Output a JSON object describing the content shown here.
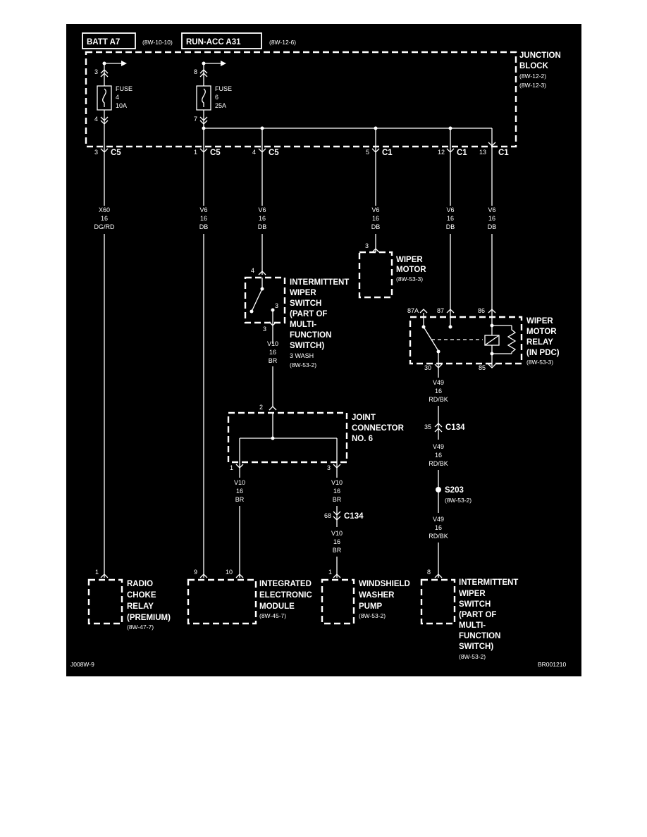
{
  "header": {
    "batt_label": "BATT A7",
    "batt_ref": "(8W-10-10)",
    "run_label": "RUN-ACC A31",
    "run_ref": "(8W-12-6)"
  },
  "junction_block": {
    "name_line1": "JUNCTION",
    "name_line2": "BLOCK",
    "ref1": "(8W-12-2)",
    "ref2": "(8W-12-3)",
    "fuse4": {
      "label": "FUSE",
      "number": "4",
      "rating": "10A",
      "pin_in": "3",
      "pin_out": "4"
    },
    "fuse6": {
      "label": "FUSE",
      "number": "6",
      "rating": "25A",
      "pin_in": "8",
      "pin_out": "7"
    }
  },
  "connectors": [
    {
      "pin": "3",
      "name": "C5"
    },
    {
      "pin": "1",
      "name": "C5"
    },
    {
      "pin": "4",
      "name": "C5"
    },
    {
      "pin": "5",
      "name": "C1"
    },
    {
      "pin": "12",
      "name": "C1"
    },
    {
      "pin": "13",
      "name": "C1"
    }
  ],
  "wires": {
    "x60": [
      "X60",
      "16",
      "DG/RD"
    ],
    "v6_a": [
      "V6",
      "16",
      "DB"
    ],
    "v6_b": [
      "V6",
      "16",
      "DB"
    ],
    "v6_c": [
      "V6",
      "16",
      "DB"
    ],
    "v6_d": [
      "V6",
      "16",
      "DB"
    ],
    "v6_e": [
      "V6",
      "16",
      "DB"
    ],
    "v10_sw": [
      "V10",
      "16",
      "BR"
    ],
    "v10_left": [
      "V10",
      "16",
      "BR"
    ],
    "v10_right": [
      "V10",
      "16",
      "BR"
    ],
    "v10_pump": [
      "V10",
      "16",
      "BR"
    ],
    "v49_a": [
      "V49",
      "16",
      "RD/BK"
    ],
    "v49_b": [
      "V49",
      "16",
      "RD/BK"
    ],
    "v49_c": [
      "V49",
      "16",
      "RD/BK"
    ]
  },
  "wiper_motor": {
    "pin": "3",
    "line1": "WIPER",
    "line2": "MOTOR",
    "ref": "(8W-53-3)"
  },
  "int_switch": {
    "pin_top": "4",
    "pin_bottom": "3",
    "contact": "3",
    "line1": "INTERMITTENT",
    "line2": "WIPER",
    "line3": "SWITCH",
    "line4": "(PART OF",
    "line5": "MULTI-",
    "line6": "FUNCTION",
    "line7": "SWITCH)",
    "note": "3 WASH",
    "ref": "(8W-53-2)"
  },
  "relay": {
    "pin_87a": "87A",
    "pin_87": "87",
    "pin_86": "86",
    "pin_30": "30",
    "pin_85": "85",
    "line1": "WIPER",
    "line2": "MOTOR",
    "line3": "RELAY",
    "line4": "(IN PDC)",
    "ref": "(8W-53-3)"
  },
  "joint_connector": {
    "pin_top": "2",
    "pin_left": "1",
    "pin_right": "3",
    "line1": "JOINT",
    "line2": "CONNECTOR",
    "line3": "NO. 6"
  },
  "c134_right": {
    "pin": "35",
    "name": "C134"
  },
  "c134_left": {
    "pin": "68",
    "name": "C134"
  },
  "splice": {
    "name": "S203",
    "ref": "(8W-53-2)"
  },
  "bottom": {
    "radio": {
      "pin": "1",
      "line1": "RADIO",
      "line2": "CHOKE",
      "line3": "RELAY",
      "line4": "(PREMIUM)",
      "ref": "(8W-47-7)"
    },
    "iem": {
      "pin_a": "9",
      "pin_b": "10",
      "line1": "INTEGRATED",
      "line2": "ELECTRONIC",
      "line3": "MODULE",
      "ref": "(8W-45-7)"
    },
    "pump": {
      "pin": "1",
      "line1": "WINDSHIELD",
      "line2": "WASHER",
      "line3": "PUMP",
      "ref": "(8W-53-2)"
    },
    "switch2": {
      "pin": "8",
      "line1": "INTERMITTENT",
      "line2": "WIPER",
      "line3": "SWITCH",
      "line4": "(PART OF",
      "line5": "MULTI-",
      "line6": "FUNCTION",
      "line7": "SWITCH)",
      "ref": "(8W-53-2)"
    }
  },
  "footer": {
    "left_code": "J008W-9",
    "right_code": "BR001210"
  },
  "colors": {
    "background": "#000000",
    "ink": "#ffffff",
    "page": "#ffffff"
  }
}
